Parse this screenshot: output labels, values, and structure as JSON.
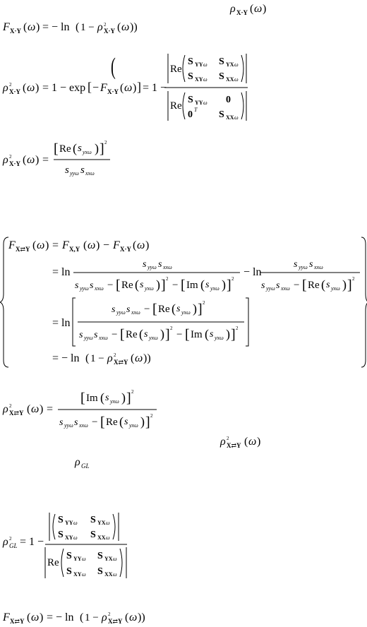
{
  "labels": {
    "rho_xdot_y": "ρX·Y(ω)",
    "rho_bidir": "ρ²X⇄Y(ω)",
    "rho_gl": "ρGL"
  },
  "equations": [
    {
      "id": "F_xdoty",
      "text": "F_X·Y(ω) = −ln(1 − ρ²_X·Y(ω))"
    },
    {
      "id": "rho2_xdoty_det",
      "text": "ρ²_X·Y(ω) = 1 − exp[−F_X·Y(ω)] = 1 − |Re(S_YYω S_YXω; S_XYω S_XXω)| / |Re(S_YYω 0; 0^T S_XXω)|"
    },
    {
      "id": "rho2_xdoty_scalar",
      "text": "ρ²_X·Y(ω) = [Re(s_yxω)]² / (s_yyω s_xxω)"
    },
    {
      "id": "F_bidir_system",
      "text": "F_X⇄Y(ω) = F_X,Y(ω) − F_X·Y(ω) = ln s_yyω s_xxω/(s_yyω s_xxω − [Re(s_yxω)]² − [Im(s_yxω)]²) − ln s_yyω s_xxω/(s_yyω s_xxω − [Re(s_yxω)]²) = ln[(s_yyω s_xxω − [Re(s_yxω)]²)/(s_yyω s_xxω − [Re(s_yxω)]² − [Im(s_yxω)]²)] = −ln(1 − ρ²_X⇄Y(ω))"
    },
    {
      "id": "rho2_bidir",
      "text": "ρ²_X⇄Y(ω) = [Im(s_yxω)]² / (s_yyω s_xxω − [Re(s_yxω)]²)"
    },
    {
      "id": "rho2_gl",
      "text": "ρ²_GL = 1 − |(S_YYω S_YXω; S_XYω S_XXω)| / |Re(S_YYω S_YXω; S_XYω S_XXω)|"
    },
    {
      "id": "F_bidir_final",
      "text": "F_X⇄Y(ω) = −ln(1 − ρ²_X⇄Y(ω))"
    }
  ]
}
